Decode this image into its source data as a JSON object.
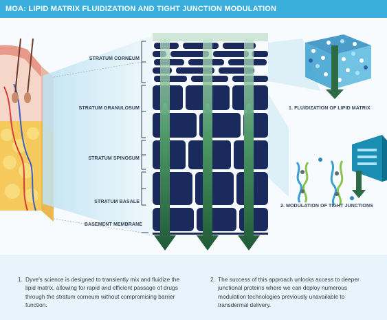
{
  "header": {
    "title": "MOA: LIPID MATRIX FLUIDIZATION AND TIGHT JUNCTION MODULATION"
  },
  "layers": [
    {
      "label": "STRATUM CORNEUM"
    },
    {
      "label": "STRATUM GRANULOSUM"
    },
    {
      "label": "STRATUM SPINOSUM"
    },
    {
      "label": "STRATUM BASALE"
    },
    {
      "label": "BASEMENT MEMBRANE"
    }
  ],
  "callouts": [
    {
      "label": "1. FLUIDIZATION OF LIPID MATRIX"
    },
    {
      "label": "2. MODULATION OF TIGHT JUNCTIONS"
    }
  ],
  "footnotes": [
    {
      "number": "1.",
      "text": "Dyve's science is designed to transiently mix and fluidize the lipid matrix, allowing for rapid and efficient passage of drugs through the stratum corneum without compromising barrier function."
    },
    {
      "number": "2.",
      "text": "The success of this approach unlocks access to deeper junctional proteins where we can deploy numerous modulation technologies previously unavailable to transdermal delivery."
    }
  ],
  "colors": {
    "header_bg": "#39aedd",
    "cell_fill": "#1b2a5c",
    "arrow_green": "#2c6b45",
    "junction_blue": "#4ea8d8",
    "footer_bg": "#e8f4fb"
  }
}
